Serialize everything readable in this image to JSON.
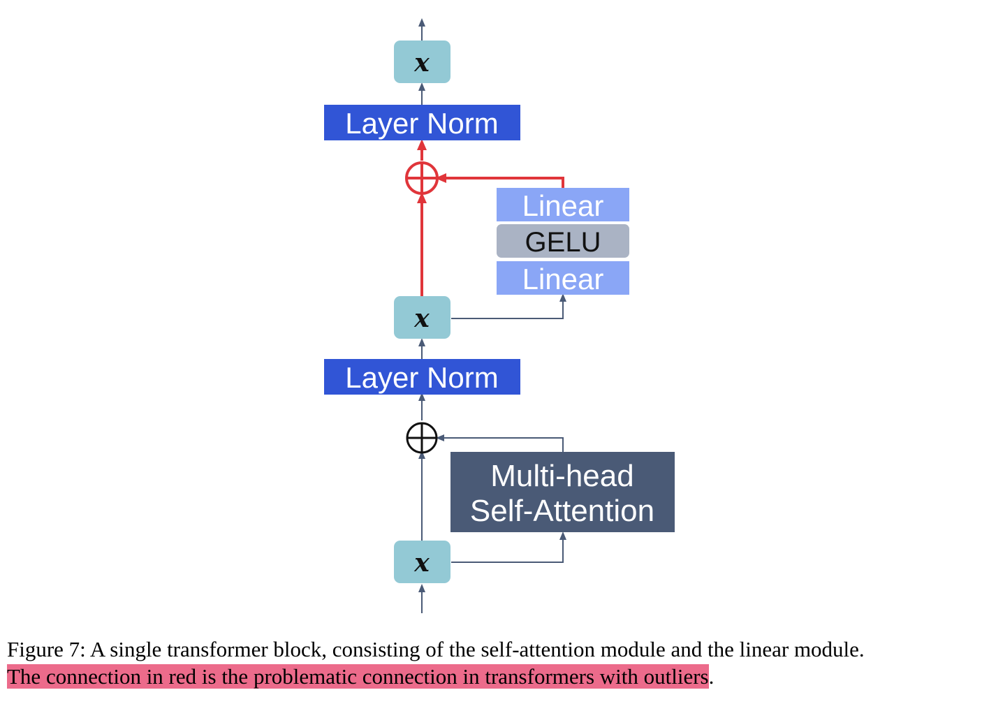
{
  "diagram": {
    "nodes": {
      "x_bottom": "x",
      "x_middle": "x",
      "x_top": "x",
      "layer_norm_1": "Layer Norm",
      "layer_norm_2": "Layer Norm",
      "attention_line1": "Multi-head",
      "attention_line2": "Self-Attention",
      "linear_lower": "Linear",
      "gelu": "GELU",
      "linear_upper": "Linear"
    },
    "colors": {
      "x_box": "#93c9d5",
      "layer_norm": "#3155d6",
      "attention": "#4a5a76",
      "linear": "#8aa6f6",
      "gelu": "#aab3c4",
      "arrow": "#4a5a76",
      "red_connection": "#e0353a",
      "highlight": "#ec6b8b"
    }
  },
  "caption": {
    "line1": "Figure 7: A single transformer block, consisting of the self-attention module and the linear module.",
    "line2_highlighted": "The connection in red is the problematic connection in transformers with outliers",
    "line2_end": "."
  }
}
